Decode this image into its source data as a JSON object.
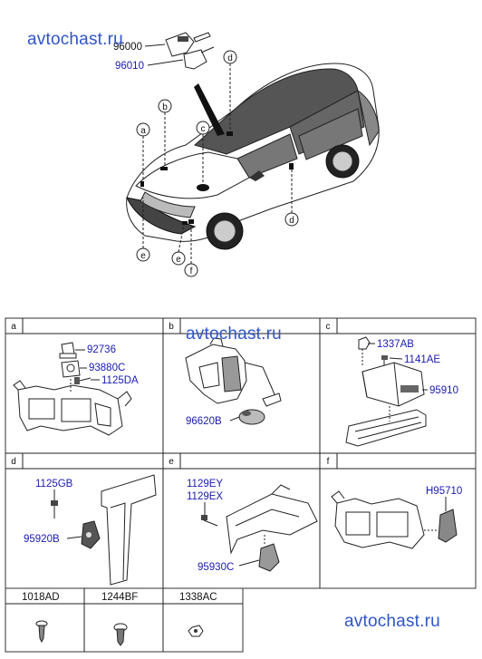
{
  "watermark": {
    "top": "avtochast.ru",
    "middle": "avtochast.ru",
    "bottom": "avtochast.ru"
  },
  "overview": {
    "parts": [
      "96000",
      "96010"
    ],
    "location_letters": [
      "a",
      "b",
      "c",
      "d",
      "d",
      "e",
      "e",
      "f"
    ]
  },
  "panels": [
    {
      "letter": "a",
      "parts": [
        "92736",
        "93880C",
        "1125DA"
      ]
    },
    {
      "letter": "b",
      "parts": [
        "96620B"
      ]
    },
    {
      "letter": "c",
      "parts": [
        "1337AB",
        "1141AE",
        "95910"
      ]
    },
    {
      "letter": "d",
      "parts": [
        "1125GB",
        "95920B"
      ]
    },
    {
      "letter": "e",
      "parts": [
        "1129EY",
        "1129EX",
        "95930C"
      ]
    },
    {
      "letter": "f",
      "parts": [
        "H95710"
      ]
    }
  ],
  "fasteners": [
    "1018AD",
    "1244BF",
    "1338AC"
  ]
}
